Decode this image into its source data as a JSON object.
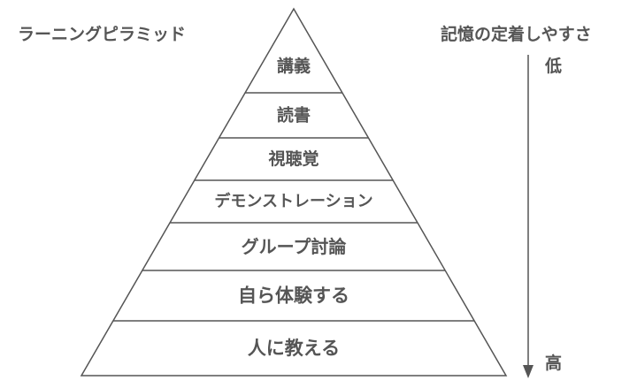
{
  "pyramid": {
    "title": "ラーニングピラミッド",
    "levels": [
      {
        "label": "講義"
      },
      {
        "label": "読書"
      },
      {
        "label": "視聴覚"
      },
      {
        "label": "デモンストレーション"
      },
      {
        "label": "グループ討論"
      },
      {
        "label": "自ら体験する"
      },
      {
        "label": "人に教える"
      }
    ]
  },
  "retention": {
    "title": "記憶の定着しやすさ",
    "low_label": "低",
    "high_label": "高"
  },
  "colors": {
    "stroke": "#555555",
    "text": "#555555",
    "background": "#ffffff"
  }
}
